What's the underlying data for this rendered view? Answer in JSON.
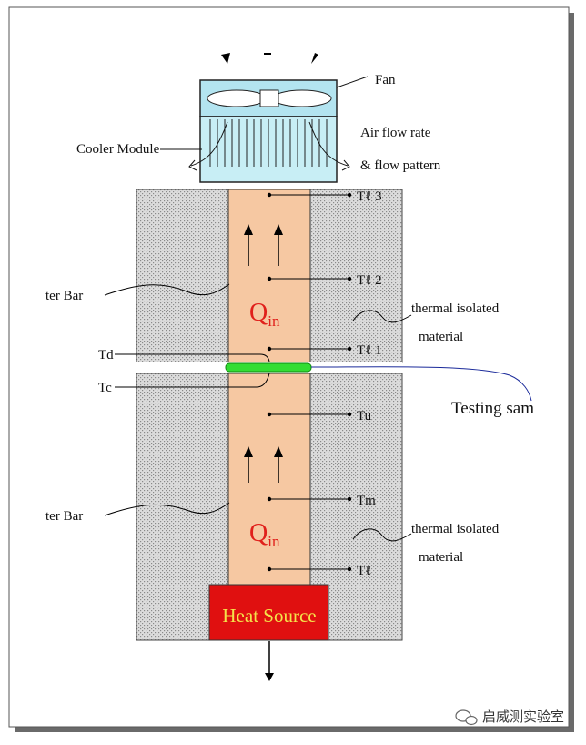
{
  "labels": {
    "fan": "Fan",
    "cooler_module": "Cooler Module",
    "air_flow_rate": "Air flow rate",
    "flow_pattern": "& flow pattern",
    "t_l3": "Tℓ 3",
    "t_l2": "Tℓ 2",
    "t_l1": "Tℓ 1",
    "t_u": "Tu",
    "t_m": "Tm",
    "t_l": "Tℓ",
    "t_d": "Td",
    "t_c": "Tc",
    "upper_bar": "ter Bar",
    "lower_bar": "ter Bar",
    "isolated_upper_1": "thermal isolated",
    "isolated_upper_2": "material",
    "isolated_lower_1": "thermal isolated",
    "isolated_lower_2": "material",
    "q_main": "Q",
    "q_sub": "in",
    "testing_sample": "Testing sam",
    "heat_source": "Heat Source",
    "watermark": "启威测实验室"
  },
  "colors": {
    "bar": "#f6c8a2",
    "insulation": "#d9d9d9",
    "cooler": "#c8eef5",
    "fan_box": "#b3e4f0",
    "sample": "#33dd33",
    "heat_source": "#e01010",
    "q_text": "#e0201b",
    "heat_source_text": "#f4e34a",
    "sample_line": "#1a2a9a"
  },
  "icons": [
    "fan-icon",
    "wechat-icon"
  ]
}
